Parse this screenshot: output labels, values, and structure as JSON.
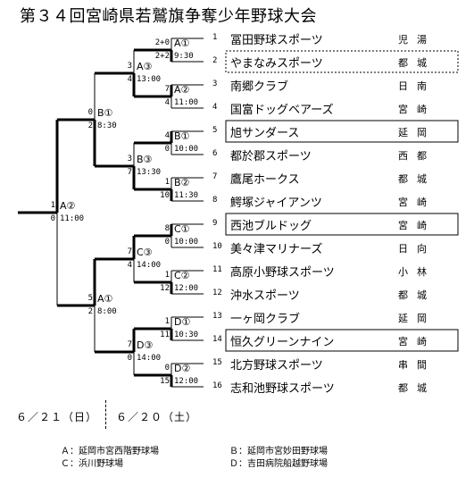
{
  "title": "第３４回宮崎県若鷲旗争奪少年野球大会",
  "teams": [
    {
      "num": "1",
      "name": "冨田野球スポーツ",
      "pref": "児湯"
    },
    {
      "num": "2",
      "name": "やまなみスポーツ",
      "pref": "都城"
    },
    {
      "num": "3",
      "name": "南郷クラブ",
      "pref": "日南"
    },
    {
      "num": "4",
      "name": "国富ドッグベアーズ",
      "pref": "宮崎"
    },
    {
      "num": "5",
      "name": "旭サンダース",
      "pref": "延岡"
    },
    {
      "num": "6",
      "name": "都於郡スポーツ",
      "pref": "西都"
    },
    {
      "num": "7",
      "name": "鷹尾ホークス",
      "pref": "都城"
    },
    {
      "num": "8",
      "name": "鰐塚ジャイアンツ",
      "pref": "宮崎"
    },
    {
      "num": "9",
      "name": "西池ブルドッグ",
      "pref": "宮崎"
    },
    {
      "num": "10",
      "name": "美々津マリナーズ",
      "pref": "日向"
    },
    {
      "num": "11",
      "name": "高原小野球スポーツ",
      "pref": "小林"
    },
    {
      "num": "12",
      "name": "沖水スポーツ",
      "pref": "都城"
    },
    {
      "num": "13",
      "name": "一ヶ岡クラブ",
      "pref": "延岡"
    },
    {
      "num": "14",
      "name": "恒久グリーンナイン",
      "pref": "宮崎"
    },
    {
      "num": "15",
      "name": "北方野球スポーツ",
      "pref": "串間"
    },
    {
      "num": "16",
      "name": "志和池野球スポーツ",
      "pref": "都城"
    }
  ],
  "round1": [
    {
      "game": "A①",
      "time": "9:30",
      "s_top": "2+0",
      "s_bot": "2+2"
    },
    {
      "game": "A②",
      "time": "11:00",
      "s_top": "7",
      "s_bot": "4"
    },
    {
      "game": "B①",
      "time": "10:00",
      "s_top": "4",
      "s_bot": "0"
    },
    {
      "game": "B②",
      "time": "11:30",
      "s_top": "1",
      "s_bot": "10"
    },
    {
      "game": "C①",
      "time": "10:00",
      "s_top": "8",
      "s_bot": "0"
    },
    {
      "game": "C②",
      "time": "12:00",
      "s_top": "1",
      "s_bot": "12"
    },
    {
      "game": "D①",
      "time": "10:30",
      "s_top": "1",
      "s_bot": "11"
    },
    {
      "game": "D②",
      "time": "12:00",
      "s_top": "0",
      "s_bot": "15"
    }
  ],
  "round2": [
    {
      "game": "A③",
      "time": "13:00",
      "s_top": "3",
      "s_bot": "4"
    },
    {
      "game": "B③",
      "time": "13:30",
      "s_top": "3",
      "s_bot": "7"
    },
    {
      "game": "C③",
      "time": "14:00",
      "s_top": "7",
      "s_bot": "4"
    },
    {
      "game": "D③",
      "time": "14:00",
      "s_top": "7",
      "s_bot": "0"
    }
  ],
  "round3": [
    {
      "game": "B①",
      "time": "8:30",
      "s_top": "0",
      "s_bot": "2"
    },
    {
      "game": "A①",
      "time": "8:00",
      "s_top": "5",
      "s_bot": "2"
    }
  ],
  "final": {
    "game": "A②",
    "time": "11:00",
    "s_top": "1",
    "s_bot": "0"
  },
  "dates": {
    "day2": "６／２１（日）",
    "day1": "６／２０（土）"
  },
  "legend": {
    "a": "Ａ：延岡市宮西階野球場",
    "b": "Ｂ：延岡市宮妙田野球場",
    "c": "Ｃ：浜川野球場",
    "d": "Ｄ：吉田病院船越野球場"
  }
}
